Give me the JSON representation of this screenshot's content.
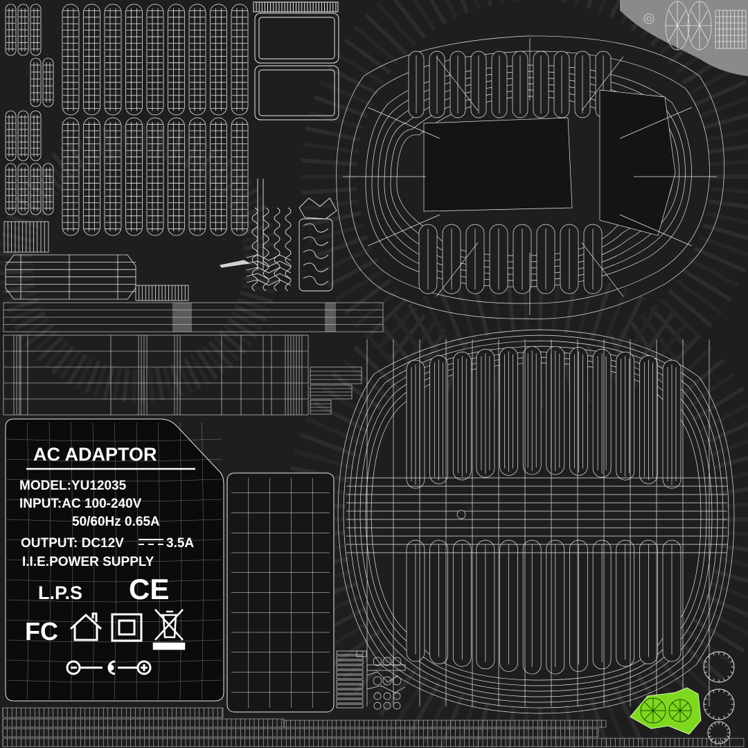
{
  "label_sheet": {
    "title": "AC ADAPTOR",
    "model": "MODEL:YU12035",
    "input": "INPUT:AC 100-240V",
    "input_freq": "50/60Hz 0.65A",
    "output": "OUTPUT: DC12V",
    "output_current": "3.5A",
    "maker": "I.I.E.POWER SUPPLY",
    "lps": "L.P.S",
    "ce": "CE",
    "fc": "FC"
  },
  "icons": [
    "ce-mark-icon",
    "fcc-mark-icon",
    "indoor-use-house-icon",
    "double-insulation-icon",
    "weee-crossed-bin-icon",
    "polarity-symbol-icon"
  ],
  "colors": {
    "background": "#1e1e1e",
    "wire": "#e9e9e9",
    "highlight_green": "#7dd81f",
    "corner_gray": "#8a8a8a"
  }
}
